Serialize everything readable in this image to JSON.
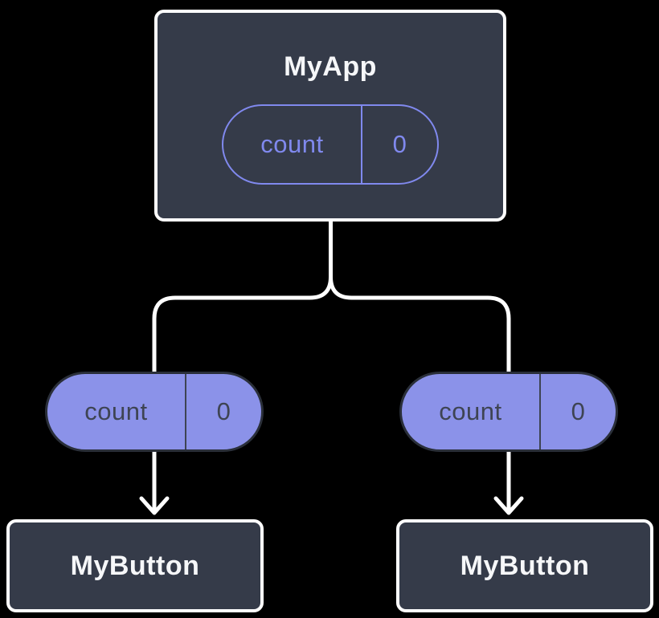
{
  "colors": {
    "bg": "#000000",
    "card": "#353b49",
    "card-border": "#ffffff",
    "purple-fill": "#8b92e9",
    "purple-outline": "#8089ee",
    "pill-dark-border": "#2a2f39",
    "dark-text": "#3e4453",
    "light-text": "#f6f7f9",
    "connector": "#ffffff"
  },
  "diagram": {
    "type": "component-tree",
    "root": {
      "title": "MyApp",
      "state": {
        "name": "count",
        "value": "0"
      }
    },
    "children": [
      {
        "title": "MyButton",
        "prop": {
          "name": "count",
          "value": "0"
        }
      },
      {
        "title": "MyButton",
        "prop": {
          "name": "count",
          "value": "0"
        }
      }
    ]
  }
}
